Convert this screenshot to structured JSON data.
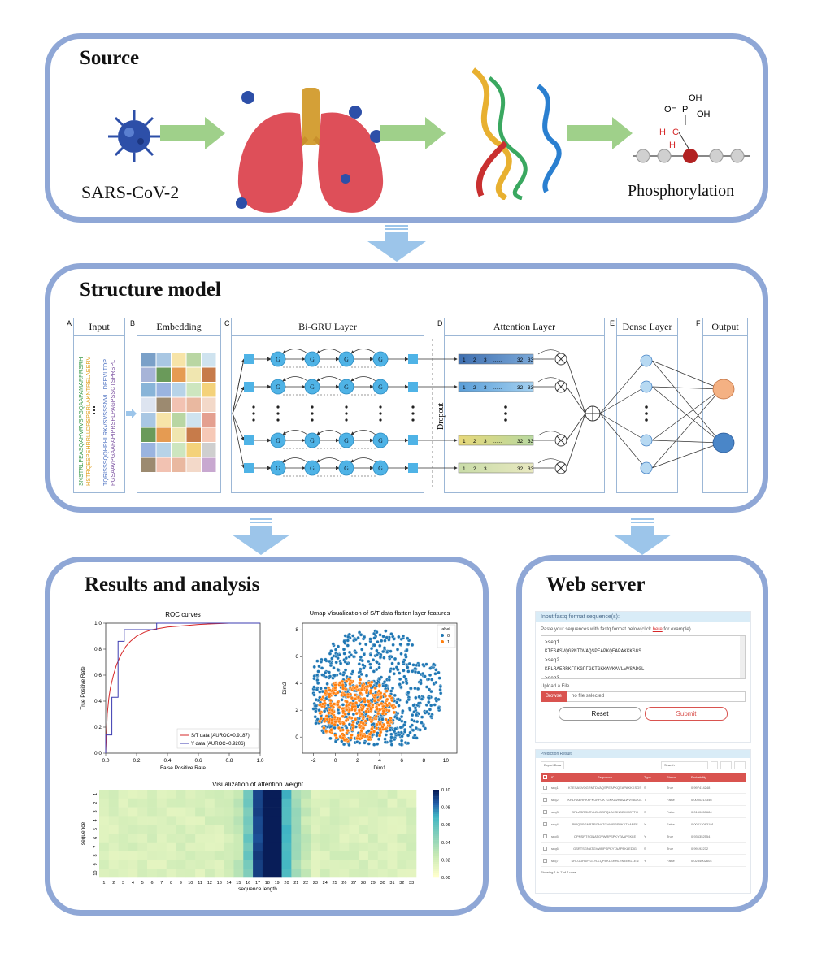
{
  "source": {
    "title": "Source",
    "virus_label": "SARS-CoV-2",
    "ptm_label": "Phosphorylation",
    "molecule": {
      "oh1": "OH",
      "o": "O=",
      "p": "P",
      "oh2": "OH",
      "h": "H",
      "c": "C",
      "h2": "H"
    }
  },
  "structure": {
    "title": "Structure model",
    "sections": [
      {
        "letter": "A",
        "label": "Input"
      },
      {
        "letter": "B",
        "label": "Embedding"
      },
      {
        "letter": "C",
        "label": "Bi-GRU  Layer"
      },
      {
        "letter": "D",
        "label": "Attention Layer"
      },
      {
        "letter": "E",
        "label": "Dense Layer"
      },
      {
        "letter": "F",
        "label": "Output"
      }
    ],
    "sequences": [
      {
        "text": "SNSTRLPEASQAHVRVSPGQAAPAMARPRSRH",
        "color": "#3a9a4a"
      },
      {
        "text": "HSTRQESPEHRRLLDRSPSRLAKNTRELAEERV",
        "color": "#e0a020"
      },
      {
        "text": "TQRISSSQQHPHLRKVSVSSSNVLLDEEVLTDP",
        "color": "#4a6fc0"
      },
      {
        "text": "PGSAAVPGAAFAPIPRSPLPAGPSSCTSPRSPL",
        "color": "#7a4fa0"
      }
    ],
    "gru_node": "G",
    "dropout_label": "Dropout",
    "attention_tokens": [
      "1",
      "2",
      "3",
      "32",
      "33"
    ],
    "attention_ellipsis": "......",
    "colors": {
      "node": "#4fb3e6",
      "arrow": "#9cc5ea",
      "output_top": "#f4b183",
      "output_bottom": "#4a86c8"
    }
  },
  "results": {
    "title": "Results and analysis",
    "roc": {
      "title": "ROC curves",
      "xlabel": "False Positive Rate",
      "ylabel": "True Positive Rate",
      "xticks": [
        "0.0",
        "0.2",
        "0.4",
        "0.6",
        "0.8",
        "1.0"
      ],
      "yticks": [
        "0.0",
        "0.2",
        "0.4",
        "0.6",
        "0.8",
        "1.0"
      ],
      "legend": [
        "S/T data (AUROC=0.9187)",
        "Y data (AUROC=0.9206)"
      ]
    },
    "umap": {
      "title": "Umap Visualization of S/T data flatten layer features",
      "xlabel": "Dim1",
      "ylabel": "Dim2",
      "xticks": [
        "-2",
        "0",
        "2",
        "4",
        "6",
        "8",
        "10"
      ],
      "yticks": [
        "0",
        "2",
        "4",
        "6",
        "8"
      ],
      "legend_title": "label",
      "legend": [
        "0",
        "1"
      ]
    },
    "heatmap": {
      "title": "Visualization of attention weight",
      "xlabel": "sequence length",
      "ylabel": "sequence",
      "xticks": [
        "1",
        "2",
        "3",
        "4",
        "5",
        "6",
        "7",
        "8",
        "9",
        "10",
        "11",
        "12",
        "13",
        "14",
        "15",
        "16",
        "17",
        "18",
        "19",
        "20",
        "21",
        "22",
        "23",
        "24",
        "25",
        "26",
        "27",
        "28",
        "29",
        "30",
        "31",
        "32",
        "33"
      ],
      "yticks": [
        "1",
        "2",
        "3",
        "4",
        "5",
        "6",
        "7",
        "8",
        "9",
        "10"
      ],
      "colorbar_ticks": [
        "0.10",
        "0.08",
        "0.06",
        "0.04",
        "0.02",
        "0.00"
      ]
    }
  },
  "chart_data": [
    {
      "type": "line",
      "title": "ROC curves",
      "xlabel": "False Positive Rate",
      "ylabel": "True Positive Rate",
      "xlim": [
        0,
        1
      ],
      "ylim": [
        0,
        1
      ],
      "series": [
        {
          "name": "S/T data (AUROC=0.9187)",
          "color": "#d62728",
          "x": [
            0,
            0.01,
            0.02,
            0.03,
            0.05,
            0.07,
            0.1,
            0.13,
            0.16,
            0.2,
            0.25,
            0.3,
            0.4,
            0.5,
            0.6,
            0.7,
            0.8,
            1.0
          ],
          "y": [
            0,
            0.3,
            0.42,
            0.5,
            0.6,
            0.68,
            0.76,
            0.82,
            0.86,
            0.9,
            0.93,
            0.95,
            0.97,
            0.98,
            0.99,
            0.995,
            1.0,
            1.0
          ]
        },
        {
          "name": "Y data (AUROC=0.9206)",
          "color": "#3b3bb0",
          "x": [
            0,
            0,
            0.04,
            0.04,
            0.08,
            0.08,
            0.12,
            0.12,
            0.33,
            0.33,
            1.0
          ],
          "y": [
            0,
            0.14,
            0.14,
            0.43,
            0.43,
            0.86,
            0.86,
            0.95,
            0.95,
            1.0,
            1.0
          ]
        }
      ]
    },
    {
      "type": "scatter",
      "title": "Umap Visualization of S/T data flatten layer features",
      "xlabel": "Dim1",
      "ylabel": "Dim2",
      "xlim": [
        -3,
        11
      ],
      "ylim": [
        -1.2,
        8.5
      ],
      "series": [
        {
          "name": "0",
          "color": "#1f77b4"
        },
        {
          "name": "1",
          "color": "#ff7f0e"
        }
      ]
    },
    {
      "type": "heatmap",
      "title": "Visualization of attention weight",
      "xlabel": "sequence length",
      "ylabel": "sequence",
      "vmin": 0,
      "vmax": 0.1,
      "columns": 33,
      "rows": 10
    }
  ],
  "webserver": {
    "title": "Web server",
    "input_header": "Input fastq format sequence(s):",
    "paste_hint_a": "Paste your sequences with fastq format below(click ",
    "paste_hint_link": "here",
    "paste_hint_b": " for example)",
    "seq_lines": [
      ">seq1",
      "KTESASVQGRNTDVAQSPEAPKQEAPAKKKSGS",
      ">seq2",
      "KRLRAERRKFFKGFFGKTGKKAVKAVLWVSADGL",
      ">seq3"
    ],
    "upload_label": "Upload a File",
    "browse_label": "Browse",
    "file_placeholder": "no file selected",
    "reset_label": "Reset",
    "submit_label": "Submit",
    "result_header": "Prediction Result",
    "export_label": "Export Data",
    "search_label": "Search",
    "columns": [
      "ID",
      "Sequence",
      "Type",
      "Status",
      "Probability"
    ],
    "rows": [
      [
        "seq1",
        "KTESASVQGRNTDVAQSPEAPKQEAPAKKKSGS",
        "S",
        "True",
        "0.997414248"
      ],
      [
        "seq2",
        "KRLRAERRKFFKGFFGKTGKKAVKAVLWVSADGL",
        "T",
        "False",
        "0.0000214346"
      ],
      [
        "seq3",
        "GPLASRGLRYLDLDSPQLAHSNDDKMGTTG",
        "S",
        "False",
        "0.0160650684"
      ],
      [
        "seq4",
        "PIRQPSGNRTRGNATGVWRPSPKYTAAPEF",
        "Y",
        "False",
        "0.00413083191"
      ],
      [
        "seq5",
        "QPNSRTSGNATGVWRPSPKYTAAPEKLE",
        "Y",
        "True",
        "0.936352554"
      ],
      [
        "seq6",
        "GSRTSGNATGVWRPSPKYTAAPEKLEDIG",
        "S",
        "True",
        "0.99192232"
      ],
      [
        "seq7",
        "SRLGDRWYGLYLLQPEKLSRHLRNEEKLLEN",
        "Y",
        "False",
        "0.0234002604"
      ]
    ],
    "footer": "Showing 1 to 7 of 7 rows"
  }
}
